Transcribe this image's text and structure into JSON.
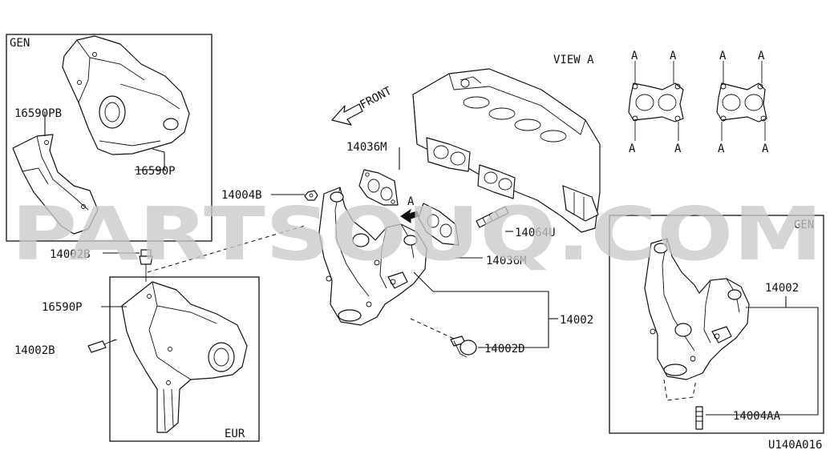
{
  "boxes": {
    "gen_left_tag": "GEN",
    "gen_right_tag": "GEN",
    "eur_tag": "EUR"
  },
  "view": {
    "title": "VIEW A",
    "marker": "A"
  },
  "front_label": "FRONT",
  "view_arrow_marker": "A",
  "parts": {
    "p16590PB": "16590PB",
    "p16590P_top": "16590P",
    "p14004B": "14004B",
    "p14036M_top": "14036M",
    "p14064U": "14064U",
    "p14036M_bottom": "14036M",
    "p14002B_top": "14002B",
    "p16590P_bottom": "16590P",
    "p14002B_bottom": "14002B",
    "p14002": "14002",
    "p14002D": "14002D",
    "p14002_right": "14002",
    "p14004AA": "14004AA"
  },
  "figure_code": "U140A016",
  "watermark": "PARTSOUQ.COM"
}
